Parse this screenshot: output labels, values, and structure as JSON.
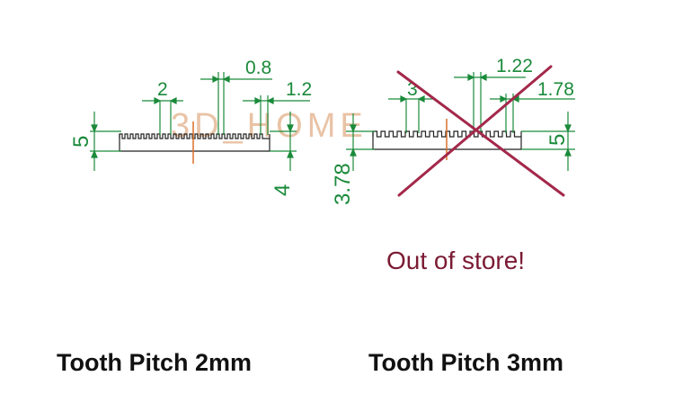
{
  "colors": {
    "dimension": "#1a8a3a",
    "profile": "#222222",
    "centerline": "#d9702a",
    "cross": "#a3284a",
    "watermark": "#e9c3a6",
    "out_of_store": "#7a1a33"
  },
  "watermark": {
    "text": "3D_HOME"
  },
  "left_diagram": {
    "dim_tooth_width": "2",
    "dim_gap": "0.8",
    "dim_height_top": "1.2",
    "dim_total_height": "5",
    "dim_base": "4",
    "caption": "Tooth Pitch 2mm"
  },
  "right_diagram": {
    "dim_tooth_width": "3",
    "dim_gap": "1.22",
    "dim_height_top": "1.78",
    "dim_total_height": "5",
    "dim_base": "3.78",
    "out_of_store_label": "Out of store!",
    "caption": "Tooth Pitch 3mm"
  }
}
